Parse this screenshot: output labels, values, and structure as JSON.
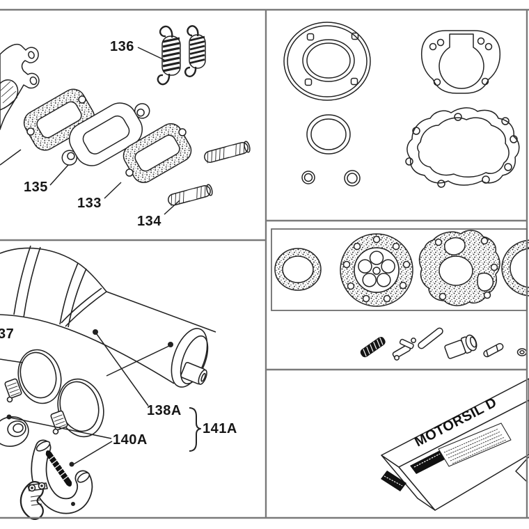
{
  "page": {
    "background": "#ffffff",
    "frame_color": "#7a7a7a",
    "ink_color": "#222222"
  },
  "labels": {
    "l136": "136",
    "l135": "135",
    "l133": "133",
    "l134": "134",
    "l137": "37",
    "l138a": "138A",
    "l140a": "140A",
    "l141a": "141A"
  },
  "product": {
    "title": "MOTORSIL D"
  }
}
